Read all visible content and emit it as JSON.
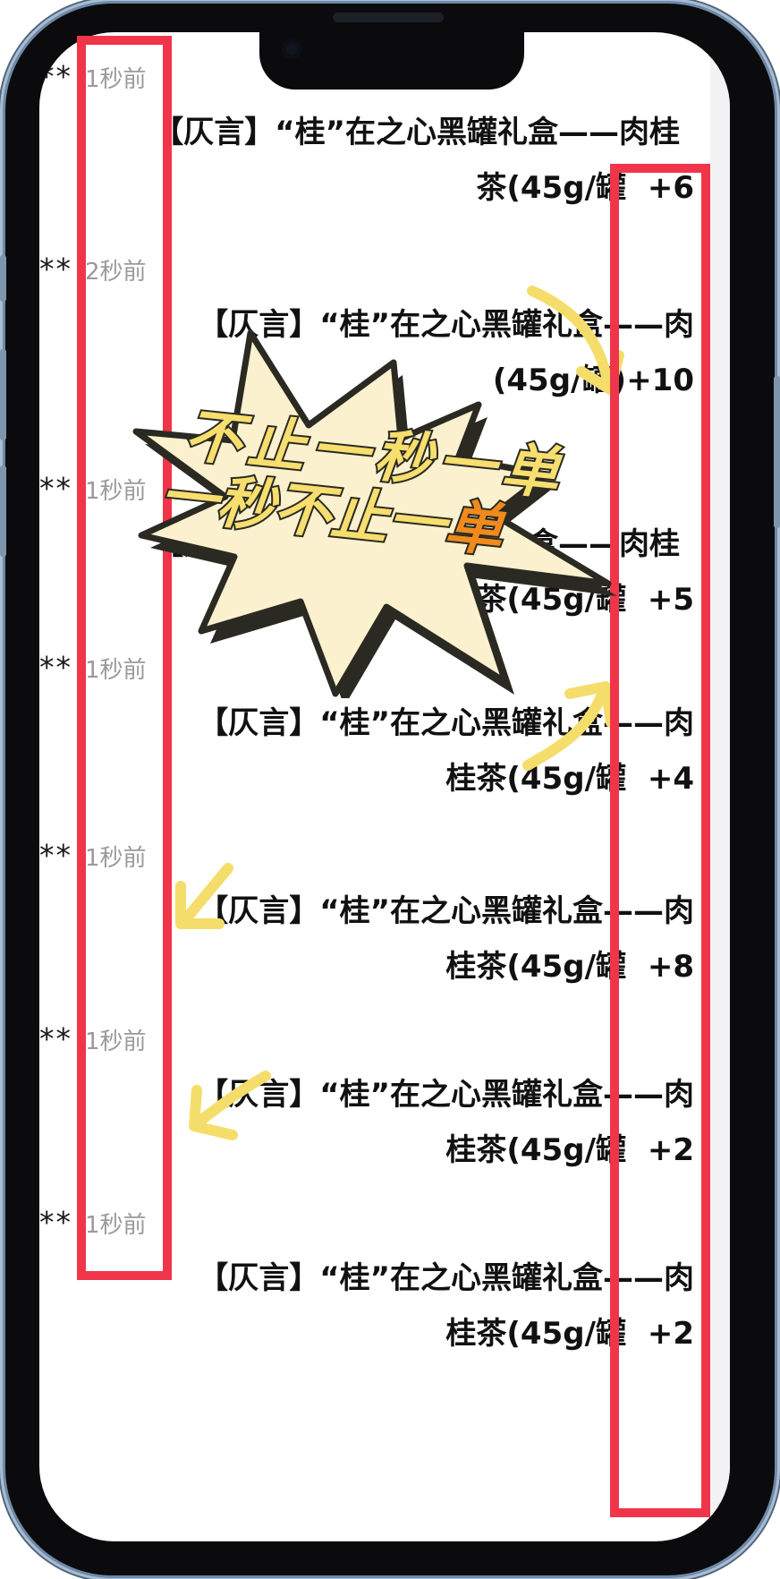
{
  "orders": [
    {
      "masked": "**",
      "time": "1秒前",
      "product": "【仄言】“桂”在之心黑罐礼盒——肉桂",
      "line2": "茶(45g/罐",
      "qty": "+6"
    },
    {
      "masked": "**",
      "time": "2秒前",
      "product": "【仄言】“桂”在之心黑罐礼盒——肉",
      "line2": "(45g/罐)",
      "qty": "+10"
    },
    {
      "masked": "**",
      "time": "1秒前",
      "product": "【仄言】“桂”在之心黑罐礼盒——肉桂",
      "line2": "茶(45g/罐",
      "qty": "+5"
    },
    {
      "masked": "**",
      "time": "1秒前",
      "product": "【仄言】“桂”在之心黑罐礼盒——肉",
      "line2": "桂茶(45g/罐",
      "qty": "+4"
    },
    {
      "masked": "**",
      "time": "1秒前",
      "product": "【仄言】“桂”在之心黑罐礼盒——肉",
      "line2": "桂茶(45g/罐",
      "qty": "+8"
    },
    {
      "masked": "**",
      "time": "1秒前",
      "product": "【仄言】“桂”在之心黑罐礼盒——肉",
      "line2": "桂茶(45g/罐",
      "qty": "+2"
    },
    {
      "masked": "**",
      "time": "1秒前",
      "product": "【仄言】“桂”在之心黑罐礼盒——肉",
      "line2": "桂茶(45g/罐",
      "qty": "+2"
    }
  ],
  "burst": {
    "line1": "不止一秒一单",
    "line2_main": "一秒不止一",
    "line2_accent": "单"
  },
  "colors": {
    "highlight": "#f0354a",
    "arrow": "#f5dd6b",
    "burst_fill": "#fbf1cf",
    "burst_text": "#f7de6e",
    "burst_accent": "#f08a1c"
  }
}
